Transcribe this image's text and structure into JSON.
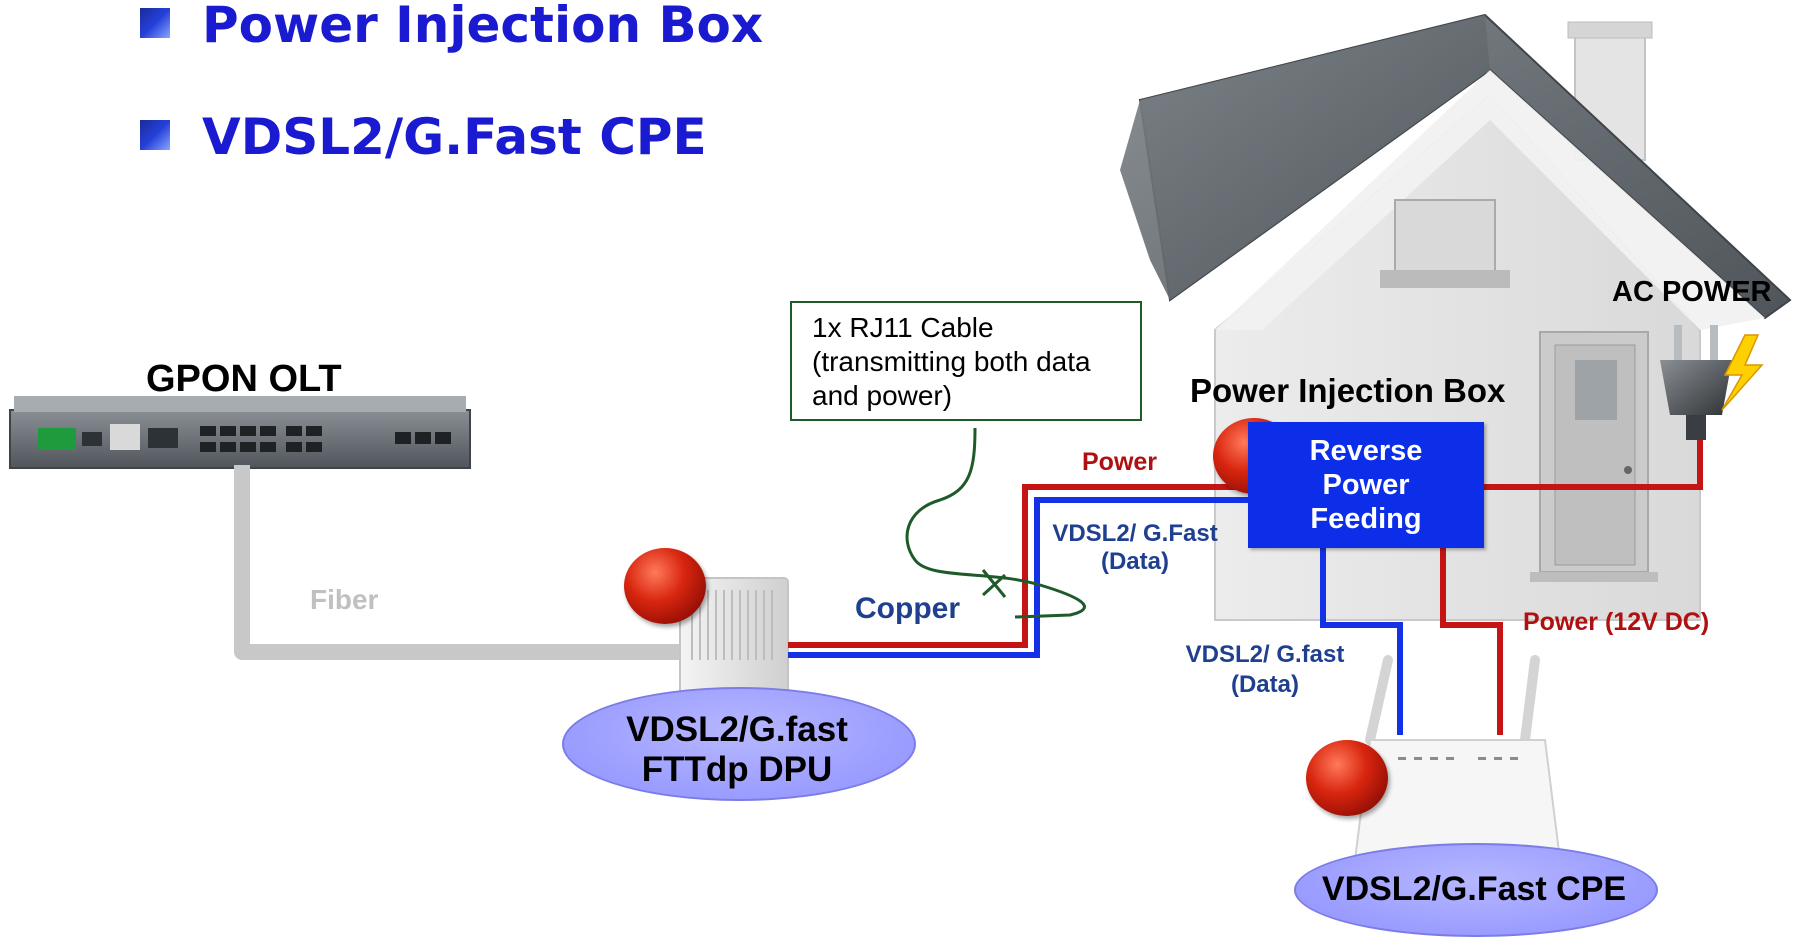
{
  "bullets": [
    {
      "text": "Power Injection Box"
    },
    {
      "text": "VDSL2/G.Fast CPE"
    }
  ],
  "labels": {
    "gpon_olt": "GPON OLT",
    "fiber": "Fiber",
    "copper": "Copper",
    "power": "Power",
    "vdsl_data_top_1": "VDSL2/ G.Fast",
    "vdsl_data_top_2": "(Data)",
    "vdsl_data_bottom_1": "VDSL2/ G.fast",
    "vdsl_data_bottom_2": "(Data)",
    "power_12v": "Power (12V DC)",
    "ac_power": "AC POWER",
    "power_injection_box": "Power Injection Box",
    "dpu_line1": "VDSL2/G.fast",
    "dpu_line2": "FTTdp DPU",
    "cpe": "VDSL2/G.Fast CPE"
  },
  "callout": {
    "line1": "1x RJ11 Cable",
    "line2": "(transmitting both data",
    "line3": "and power)"
  },
  "reverse_power_feeding": {
    "line1": "Reverse",
    "line2": "Power",
    "line3": "Feeding"
  },
  "icons": [
    "olt-device-icon",
    "dpu-device-icon",
    "house-icon",
    "ac-plug-icon",
    "router-icon",
    "red-marker-icon"
  ],
  "colors": {
    "bullet_text": "#1a1ad0",
    "power_line": "#c41414",
    "data_line": "#1431e6",
    "fiber_line": "#c8c8c8",
    "box_fill": "#0d2ee8",
    "power_label": "#b01010",
    "data_label": "#1f3f8f",
    "callout_border": "#1f5a2a"
  }
}
